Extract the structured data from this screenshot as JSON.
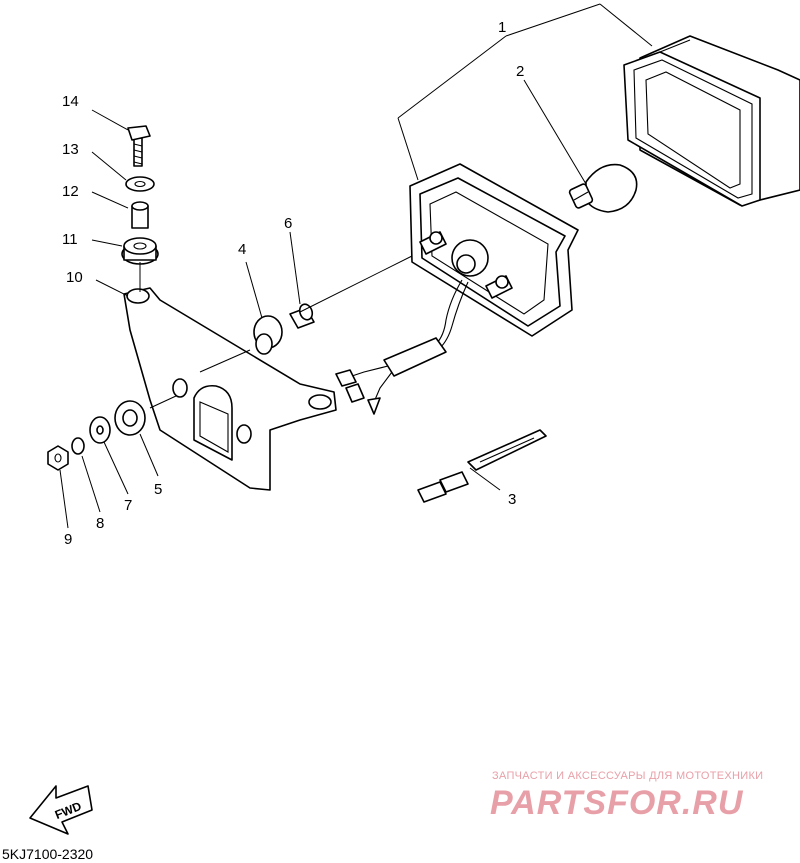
{
  "callouts": [
    {
      "num": "1",
      "part": "taillight-assembly"
    },
    {
      "num": "2",
      "part": "bulb"
    },
    {
      "num": "3",
      "part": "cable-tie"
    },
    {
      "num": "4",
      "part": "grommet"
    },
    {
      "num": "5",
      "part": "washer-rubber"
    },
    {
      "num": "6",
      "part": "collar"
    },
    {
      "num": "7",
      "part": "washer-plain"
    },
    {
      "num": "8",
      "part": "lock-washer"
    },
    {
      "num": "9",
      "part": "nut"
    },
    {
      "num": "10",
      "part": "bracket"
    },
    {
      "num": "11",
      "part": "damper"
    },
    {
      "num": "12",
      "part": "collar-small"
    },
    {
      "num": "13",
      "part": "washer-top"
    },
    {
      "num": "14",
      "part": "bolt"
    }
  ],
  "fwd_label": "FWD",
  "diagram_code": "5KJ7100-2320",
  "watermark": {
    "tagline": "ЗАПЧАСТИ И АКСЕССУАРЫ ДЛЯ МОТОТЕХНИКИ",
    "brand": "PARTSFOR.RU",
    "color": "#e8a0a8"
  }
}
